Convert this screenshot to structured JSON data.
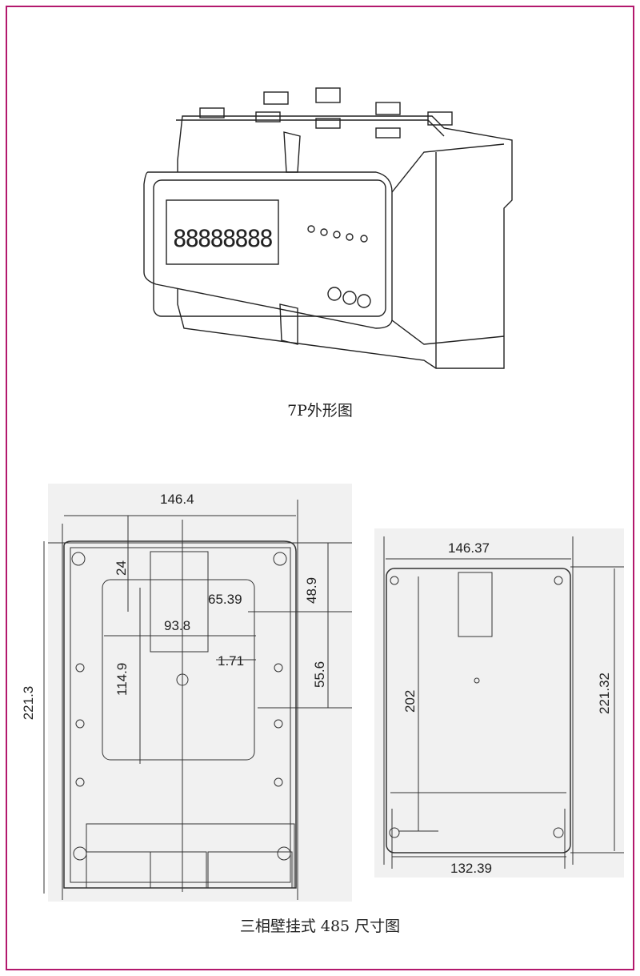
{
  "product_view": {
    "display_digits": "88888888",
    "caption": "7P外形图"
  },
  "wall_mount_drawing": {
    "left_dimensions": {
      "width": "146.4",
      "height": "221.3",
      "top_offset": "24",
      "upper_right": "48.9",
      "center_offset": "65.39",
      "window_width": "93.8",
      "window_height": "114.9",
      "rail_gap": "1.71",
      "rail_height": "55.6"
    },
    "right_dimensions": {
      "width": "146.37",
      "height": "221.32",
      "hole_spacing_v": "202",
      "hole_spacing_h": "132.39"
    },
    "caption": "三相壁挂式 485 尺寸图"
  },
  "colors": {
    "border": "#b3186d",
    "panel_bg": "#f1f1f1"
  }
}
